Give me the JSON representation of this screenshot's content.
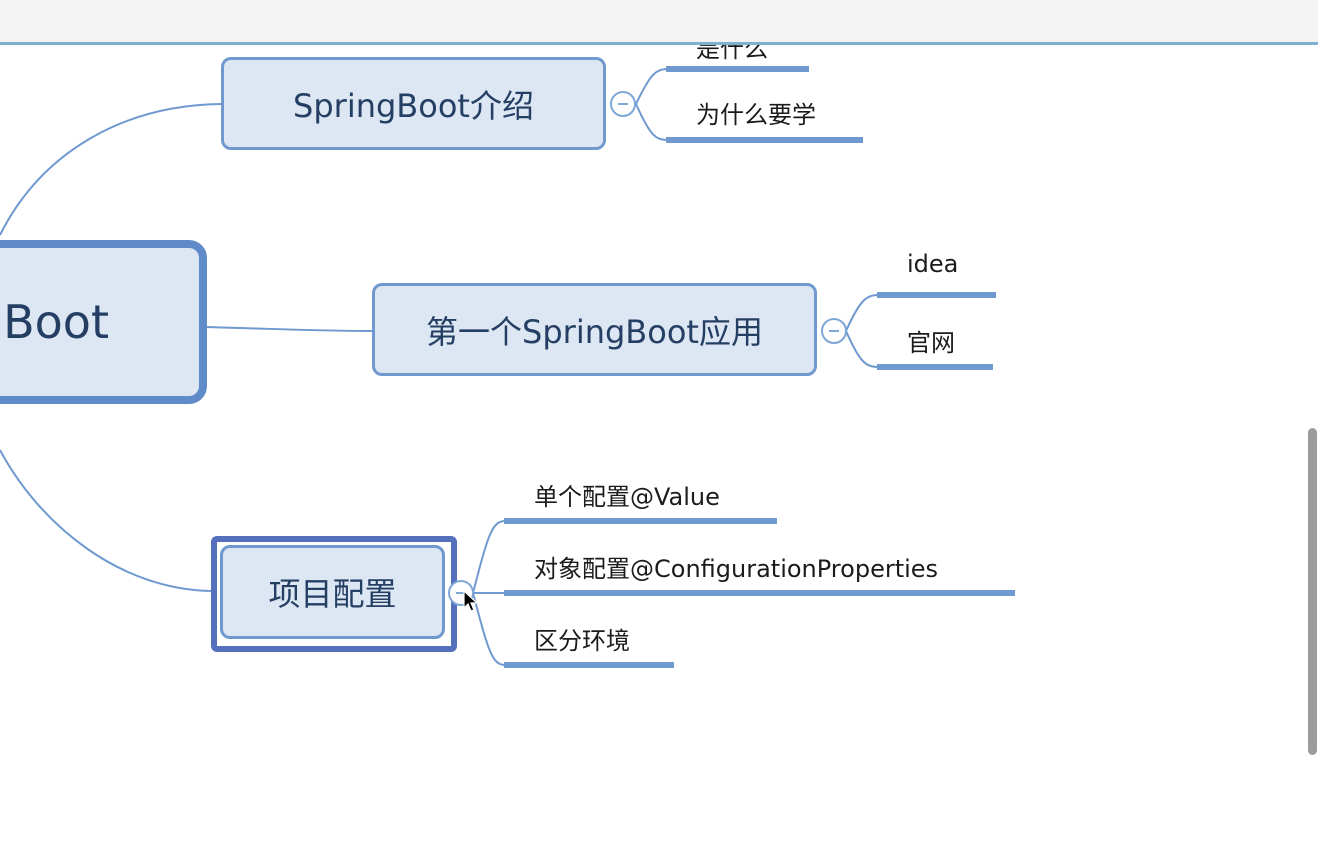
{
  "mindmap": {
    "root": {
      "label": "Boot"
    },
    "branches": [
      {
        "label": "SpringBoot介绍",
        "children": [
          "是什么",
          "为什么要学"
        ]
      },
      {
        "label": "第一个SpringBoot应用",
        "children": [
          "idea",
          "官网"
        ]
      },
      {
        "label": "项目配置",
        "children": [
          "单个配置@Value",
          "对象配置@ConfigurationProperties",
          "区分环境"
        ]
      }
    ]
  },
  "colors": {
    "node_fill": "#dde6f3",
    "node_border": "#6f99cf",
    "selected_border": "#5470bd",
    "link": "#6f99cf",
    "text": "#243f63"
  },
  "icons": {
    "collapse": "minus-circle-icon",
    "cursor": "mouse-pointer-icon"
  }
}
